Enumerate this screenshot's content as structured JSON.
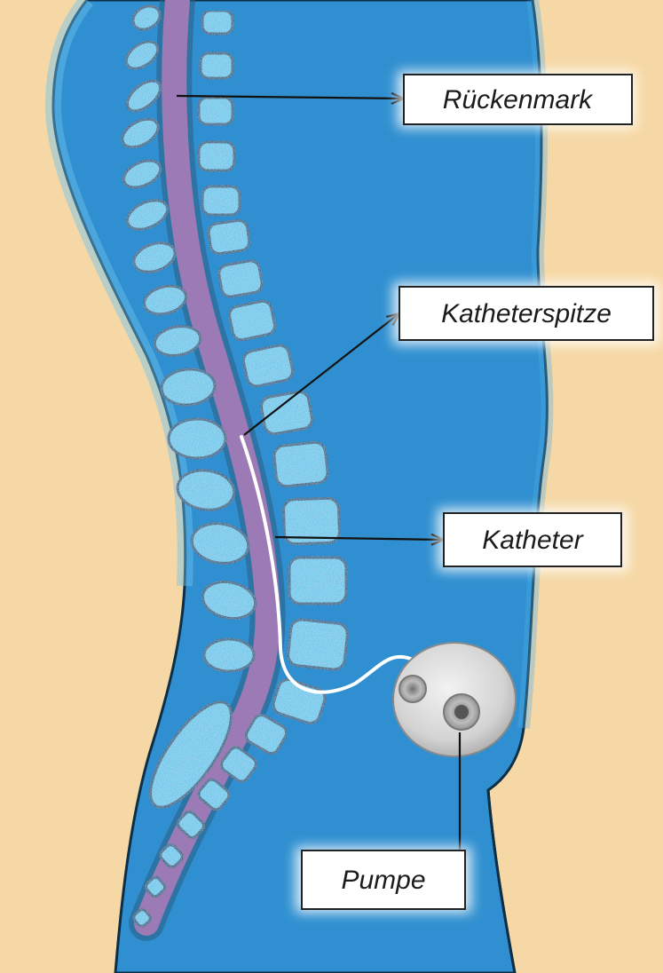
{
  "labels": {
    "spinal_cord": "Rückenmark",
    "catheter_tip": "Katheterspitze",
    "catheter": "Katheter",
    "pump": "Pumpe"
  },
  "colors": {
    "background": "#f6d8a6",
    "body": "#2f8fd0",
    "body_edge": "#4fb0e6",
    "vertebra": "#66c6ea",
    "vertebra_outline": "#1c5f86",
    "spinal_canal": "#9b7ab5",
    "catheter": "#ffffff",
    "pump": "#dcdcdc",
    "label_box": "#ffffff",
    "arrow": "#111111"
  }
}
